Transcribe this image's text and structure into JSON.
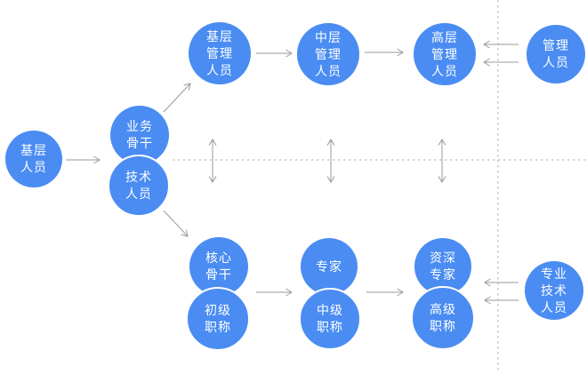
{
  "diagram": {
    "title": "dual-career-ladder",
    "colors": {
      "node_fill": "#4A8CF2",
      "node_text": "#FFFFFF",
      "arrow": "#999999",
      "dotted_line": "#CCCCCC",
      "background": "#FFFFFF"
    }
  },
  "nodes": {
    "grassroots": {
      "label": "基层\n人员"
    },
    "business_backbone": {
      "label": "业务\n骨干"
    },
    "technical_staff": {
      "label": "技术\n人员"
    },
    "junior_manager": {
      "label": "基层\n管理\n人员"
    },
    "middle_manager": {
      "label": "中层\n管理\n人员"
    },
    "senior_manager": {
      "label": "高层\n管理\n人员"
    },
    "manager": {
      "label": "管理\n人员"
    },
    "core_backbone": {
      "label": "核心\n骨干"
    },
    "junior_title": {
      "label": "初级\n职称"
    },
    "expert": {
      "label": "专家"
    },
    "intermediate_title": {
      "label": "中级\n职称"
    },
    "senior_expert": {
      "label": "资深\n专家"
    },
    "senior_title": {
      "label": "高级\n职称"
    },
    "professional_technical": {
      "label": "专业\n技术\n人员"
    }
  }
}
